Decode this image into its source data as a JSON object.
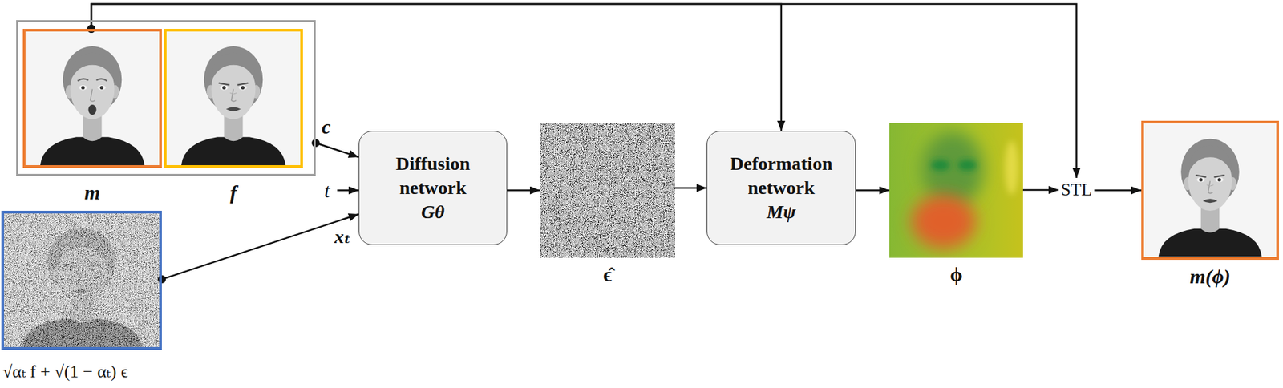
{
  "diagram": {
    "nodes": [
      {
        "text": [
          "c"
        ]
      },
      {
        "text": [
          "m"
        ],
        "in": 0
      },
      {
        "text": [
          "f"
        ],
        "in": 0
      },
      {
        "text": [
          "t"
        ]
      },
      {
        "text": [
          "√αₜ f + √(1 − αₜ) ϵ"
        ]
      },
      {
        "text": [
          "Diffusion network",
          "Gθ"
        ]
      },
      {
        "text": [
          "ϵ̂"
        ]
      },
      {
        "text": [
          "Deformation network",
          "Mψ"
        ]
      },
      {
        "text": [
          "ϕ"
        ]
      },
      {
        "text": [
          "STL"
        ]
      },
      {
        "text": [
          "m(ϕ)"
        ]
      }
    ],
    "edges": [
      {
        "from": 0,
        "to": 5,
        "arrow": "to"
      },
      {
        "from": 3,
        "to": 5,
        "arrow": "to"
      },
      {
        "from": 4,
        "to": 5,
        "label": "xₜ",
        "arrow": "to"
      },
      {
        "from": 5,
        "to": 6,
        "arrow": "to"
      },
      {
        "from": 6,
        "to": 7,
        "arrow": "to"
      },
      {
        "from": 7,
        "to": 8,
        "arrow": "to"
      },
      {
        "from": 8,
        "to": 9,
        "arrow": "to"
      },
      {
        "from": 9,
        "to": 10,
        "arrow": "to"
      },
      {
        "from": 1,
        "to": 7,
        "arrow": "to"
      },
      {
        "from": 1,
        "to": 9,
        "arrow": "to"
      }
    ]
  }
}
